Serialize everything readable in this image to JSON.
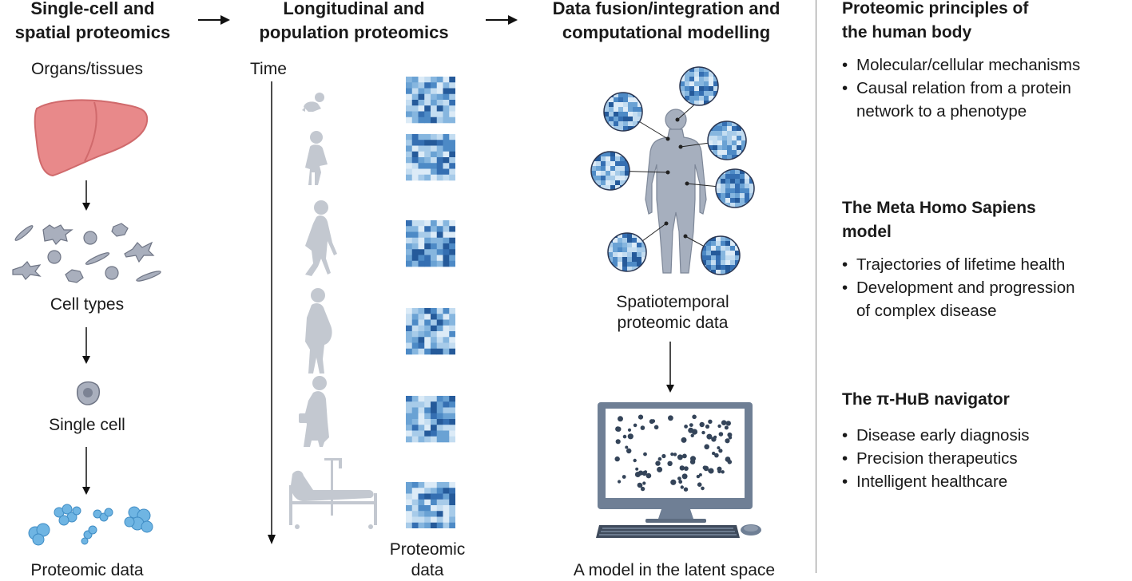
{
  "columns": {
    "single_cell": {
      "title_line1": "Single-cell and",
      "title_line2": "spatial proteomics",
      "organs": "Organs/tissues",
      "cell_types": "Cell types",
      "single_cell": "Single cell",
      "proteomic_data": "Proteomic data"
    },
    "longitudinal": {
      "title_line1": "Longitudinal and",
      "title_line2": "population proteomics",
      "time": "Time",
      "proteomic_line1": "Proteomic",
      "proteomic_line2": "data"
    },
    "fusion": {
      "title_line1": "Data fusion/integration and",
      "title_line2": "computational modelling",
      "spatio_line1": "Spatiotemporal",
      "spatio_line2": "proteomic data",
      "model": "A model in the latent space"
    }
  },
  "sections": [
    {
      "title_line1": "Proteomic principles of",
      "title_line2": "the human body",
      "bullets": [
        [
          "Molecular/cellular mechanisms"
        ],
        [
          "Causal relation from a protein",
          "network to a phenotype"
        ]
      ]
    },
    {
      "title_line1": "The Meta Homo Sapiens",
      "title_line2": "model",
      "bullets": [
        [
          "Trajectories of lifetime health"
        ],
        [
          "Development and progression",
          "of complex disease"
        ]
      ]
    },
    {
      "title_line1": "The π-HuB navigator",
      "title_line2": "",
      "bullets": [
        [
          "Disease early diagnosis"
        ],
        [
          "Precision therapeutics"
        ],
        [
          "Intelligent healthcare"
        ]
      ]
    }
  ],
  "colors": {
    "heatmap_light": "#cfe3f3",
    "heatmap_dark": "#2f6fb0",
    "silhouette": "#c3c8d0",
    "liver": "#e8898a",
    "cell": "#a9afbd",
    "protein": "#6fb5e3",
    "monitor": "#6f7f95",
    "dot": "#344459"
  },
  "icons": [
    "arrow-right-icon",
    "arrow-down-icon",
    "liver-icon",
    "cell-icon",
    "protein-cluster-icon",
    "baby-icon",
    "child-icon",
    "woman-icon",
    "pregnant-woman-icon",
    "elderly-woman-icon",
    "hospital-bed-icon",
    "heatmap-icon",
    "human-body-icon",
    "computer-monitor-icon",
    "keyboard-icon",
    "mouse-icon"
  ]
}
